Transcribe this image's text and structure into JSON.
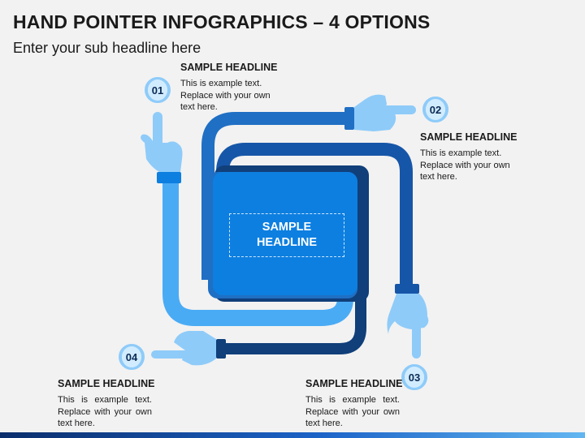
{
  "header": {
    "title": "HAND POINTER INFOGRAPHICS – 4 OPTIONS",
    "subtitle": "Enter your sub headline here"
  },
  "center": {
    "label": "SAMPLE HEADLINE"
  },
  "options": [
    {
      "number": "01",
      "headline": "SAMPLE HEADLINE",
      "text": "This is example text. Replace with your own text here."
    },
    {
      "number": "02",
      "headline": "SAMPLE HEADLINE",
      "text": "This is example text. Replace with your own text here."
    },
    {
      "number": "03",
      "headline": "SAMPLE HEADLINE",
      "text": "This is example text. Replace with your own text here."
    },
    {
      "number": "04",
      "headline": "SAMPLE HEADLINE",
      "text": "This is example text. Replace with your own text here."
    }
  ],
  "colors": {
    "light_blue": "#4aabf5",
    "mid_blue": "#1f6fc4",
    "dark_blue": "#103f7a",
    "box_blue": "#0d7fe0",
    "hand_blue": "#8ecbf9"
  }
}
